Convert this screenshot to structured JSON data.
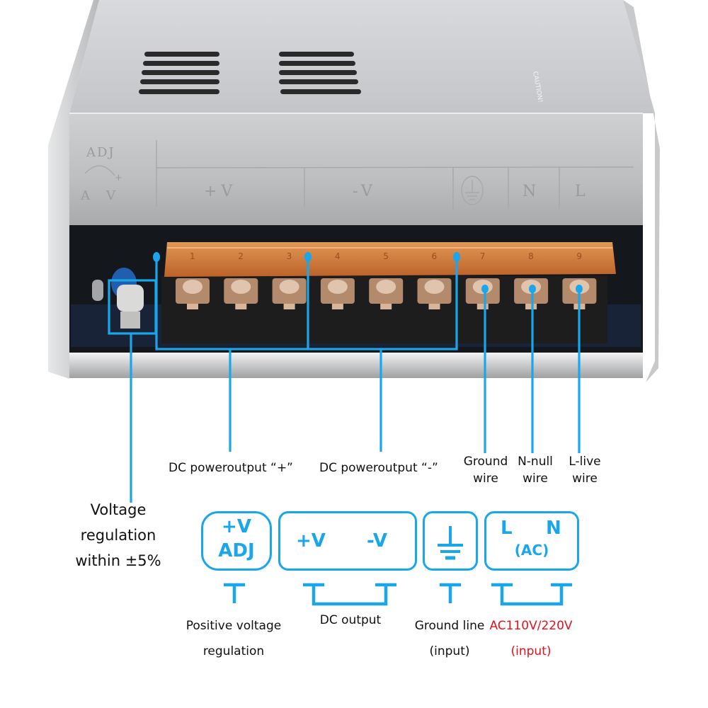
{
  "device": {
    "name": "switching power supply terminal diagram",
    "engraved_labels": {
      "adj_top": "ADJ",
      "adj_left": "A",
      "adj_right": "V",
      "adj_plus": "+",
      "plus_v": "+V",
      "minus_v": "-V",
      "n": "N",
      "l": "L"
    },
    "terminal_numbers": [
      "1",
      "2",
      "3",
      "4",
      "5",
      "6",
      "7",
      "8",
      "9"
    ],
    "side_marking": "CAUTION!"
  },
  "callouts": {
    "dc_plus": "DC poweroutput “+”",
    "dc_minus": "DC poweroutput “-”",
    "ground": [
      "Ground",
      "wire"
    ],
    "n_null": [
      "N-null",
      "wire"
    ],
    "l_live": [
      "L-live",
      "wire"
    ],
    "voltage_regulation": [
      "Voltage",
      "regulation",
      "within ±5%"
    ]
  },
  "legend": {
    "adj_box": [
      "+V",
      "ADJ"
    ],
    "dc_box": [
      "+V",
      "-V"
    ],
    "ground_box": "ground-symbol",
    "ac_box": [
      "L",
      "N",
      "(AC)"
    ]
  },
  "legend_captions": {
    "adj": [
      "Positive voltage",
      "regulation"
    ],
    "dc": "DC output",
    "ground": [
      "Ground line",
      "(input)"
    ],
    "ac": [
      "AC110V/220V",
      "(input)"
    ]
  },
  "colors": {
    "accent": "#1aa6ea",
    "warning": "#e8101a",
    "terminal_cover": "#e8853a",
    "chassis": "#c9cacc"
  }
}
